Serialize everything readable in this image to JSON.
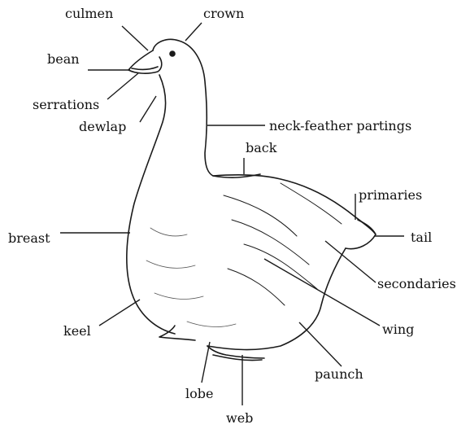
{
  "diagram": {
    "labels": {
      "culmen": "culmen",
      "crown": "crown",
      "bean": "bean",
      "serrations": "serrations",
      "dewlap": "dewlap",
      "neck_feather_partings": "neck-feather partings",
      "back": "back",
      "primaries": "primaries",
      "tail": "tail",
      "breast": "breast",
      "secondaries": "secondaries",
      "keel": "keel",
      "wing": "wing",
      "paunch": "paunch",
      "lobe": "lobe",
      "web": "web"
    }
  }
}
